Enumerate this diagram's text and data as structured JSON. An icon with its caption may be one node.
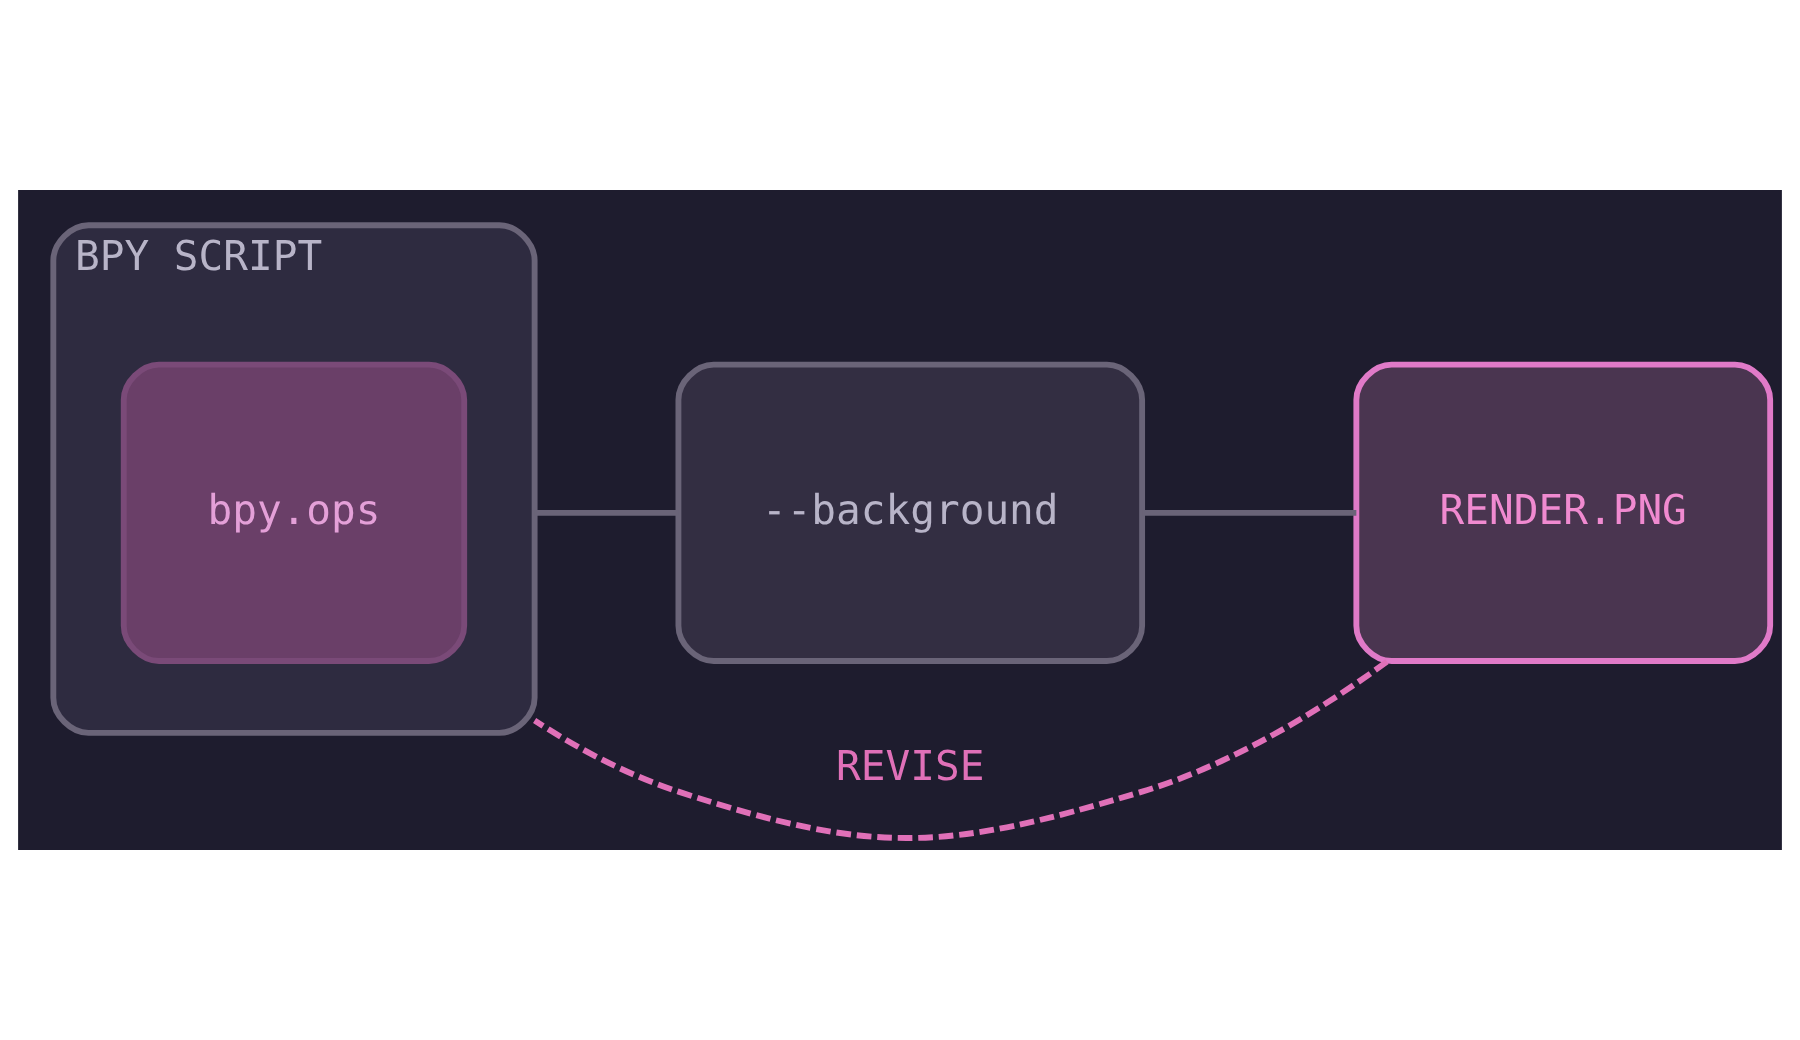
{
  "diagram": {
    "nodes": [
      {
        "text": [
          "BPY SCRIPT"
        ]
      },
      {
        "text": [
          "bpy.ops"
        ],
        "in": 0
      },
      {
        "text": [
          "--background"
        ]
      },
      {
        "text": [
          "RENDER.PNG"
        ]
      }
    ],
    "edges": [
      {
        "from": 0,
        "to": 2,
        "arrow": "none"
      },
      {
        "from": 2,
        "to": 3,
        "arrow": "none"
      },
      {
        "from": 3,
        "to": 0,
        "arrow": "none",
        "label": "REVISE",
        "style": "dashed",
        "color": "#e070b8"
      }
    ]
  }
}
